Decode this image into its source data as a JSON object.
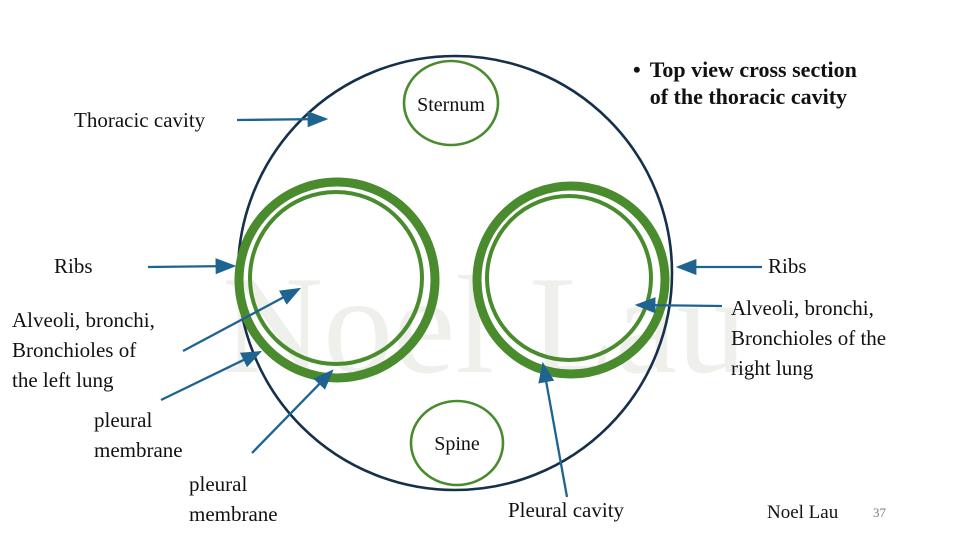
{
  "slide": {
    "title": {
      "bullet": "•",
      "lines": [
        "Top view cross section",
        "of the thoracic cavity"
      ]
    },
    "watermark": "Noel Lau",
    "footer": {
      "author": "Noel Lau",
      "page_number": "37"
    }
  },
  "diagram": {
    "labels": {
      "thoracic_cavity": "Thoracic cavity",
      "ribs_left": "Ribs",
      "ribs_right": "Ribs",
      "alveoli_left": [
        "Alveoli, bronchi,",
        "Bronchioles of",
        "the left lung"
      ],
      "alveoli_right": [
        "Alveoli, bronchi,",
        "Bronchioles of the",
        "right lung"
      ],
      "pleural_membrane_upper": [
        "pleural",
        "membrane"
      ],
      "pleural_membrane_lower": [
        "pleural",
        "membrane"
      ],
      "pleural_cavity": "Pleural cavity",
      "sternum": "Sternum",
      "spine": "Spine"
    },
    "colors": {
      "cavity_outline": "#14304a",
      "structure_green": "#4a8b2e",
      "arrow_blue": "#1f6390",
      "text": "#111111",
      "watermark": "#efefec",
      "page_number": "#7b7b7b"
    }
  }
}
